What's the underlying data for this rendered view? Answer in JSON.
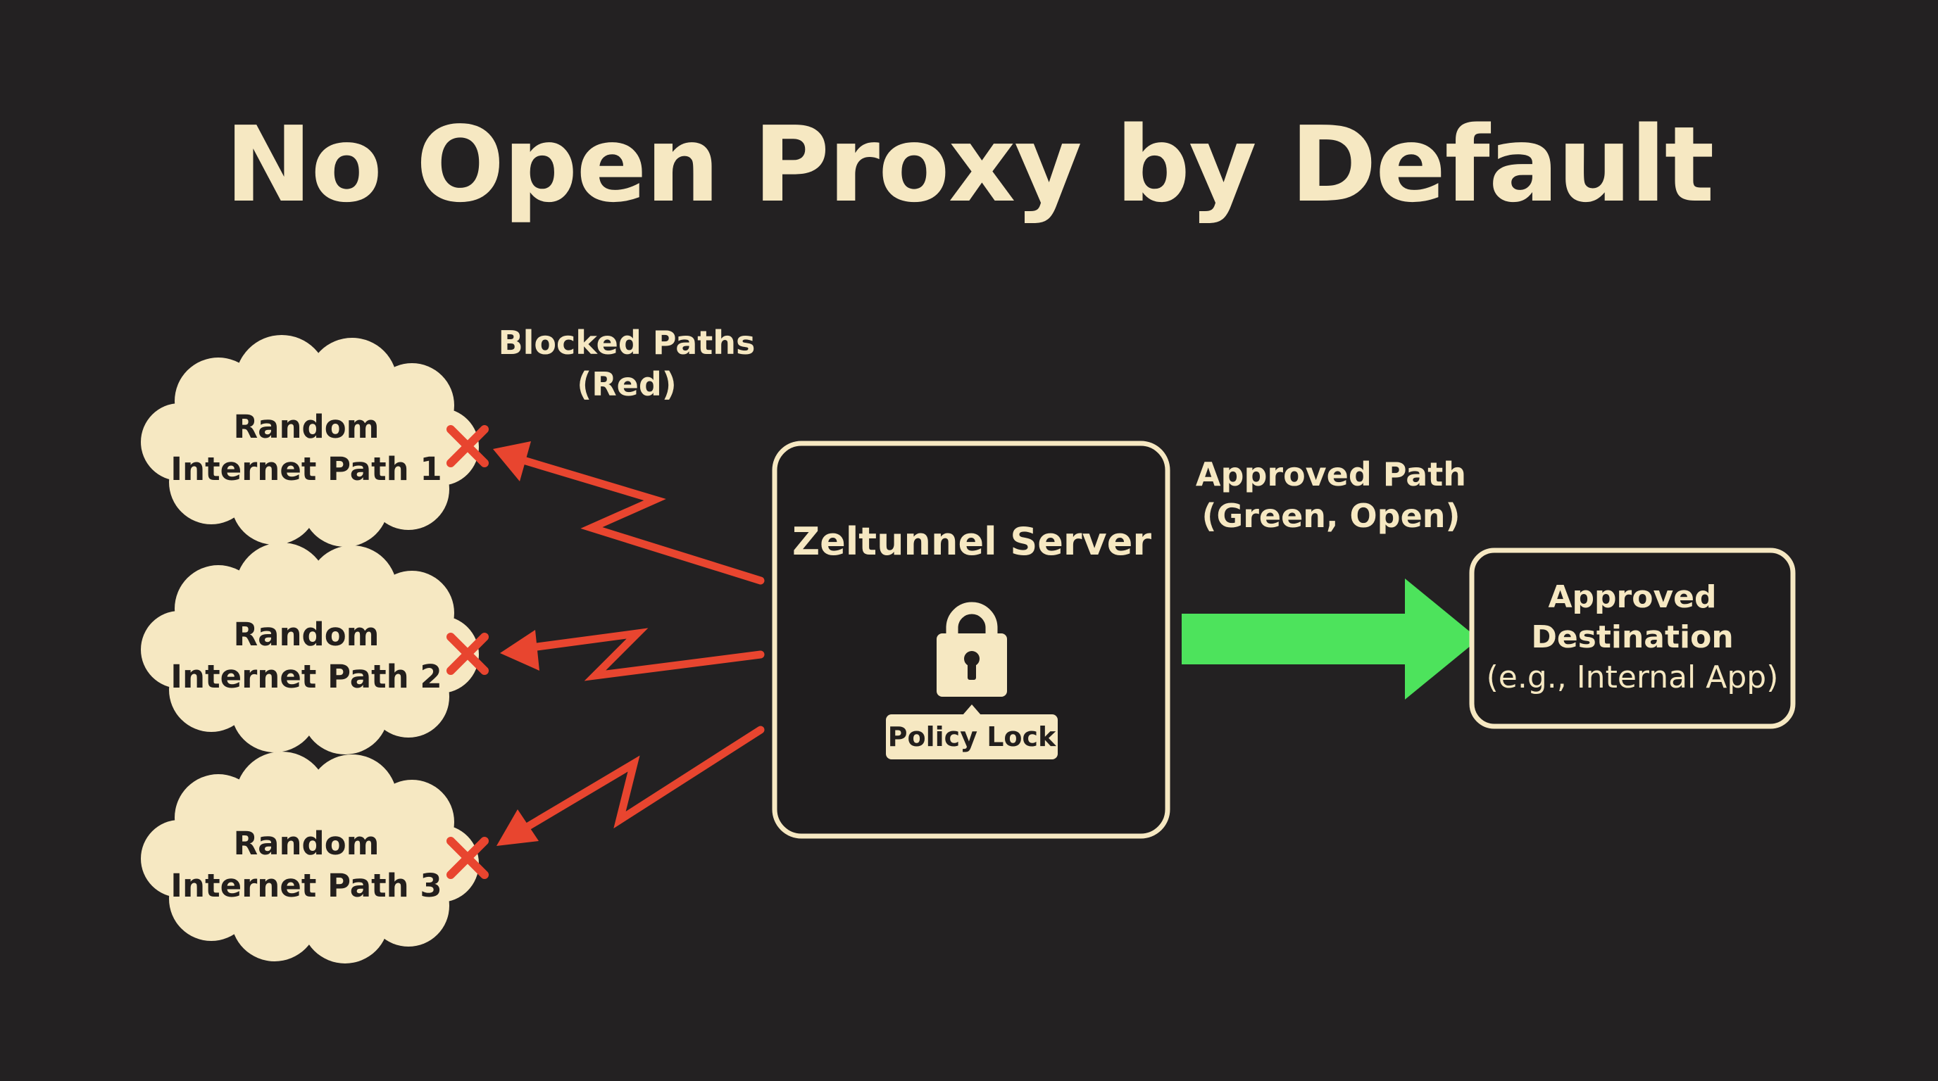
{
  "title": "No Open Proxy by Default",
  "blocked_label": {
    "line1": "Blocked Paths",
    "line2": "(Red)"
  },
  "approved_label": {
    "line1": "Approved Path",
    "line2": "(Green, Open)"
  },
  "clouds": [
    {
      "line1": "Random",
      "line2": "Internet Path 1"
    },
    {
      "line1": "Random",
      "line2": "Internet Path 2"
    },
    {
      "line1": "Random",
      "line2": "Internet Path 3"
    }
  ],
  "server": {
    "title": "Zeltunnel Server",
    "lock_label": "Policy Lock",
    "icon": "padlock-icon"
  },
  "destination": {
    "line1": "Approved",
    "line2": "Destination",
    "line3": "(e.g., Internal App)"
  },
  "colors": {
    "background": "#232122",
    "cream": "#f6e8c2",
    "blocked": "#e8452f",
    "approved": "#4de35c",
    "dark_text": "#231f1d"
  },
  "icons": {
    "blocked_marker": "x-mark-icon",
    "cloud": "cloud-shape"
  }
}
